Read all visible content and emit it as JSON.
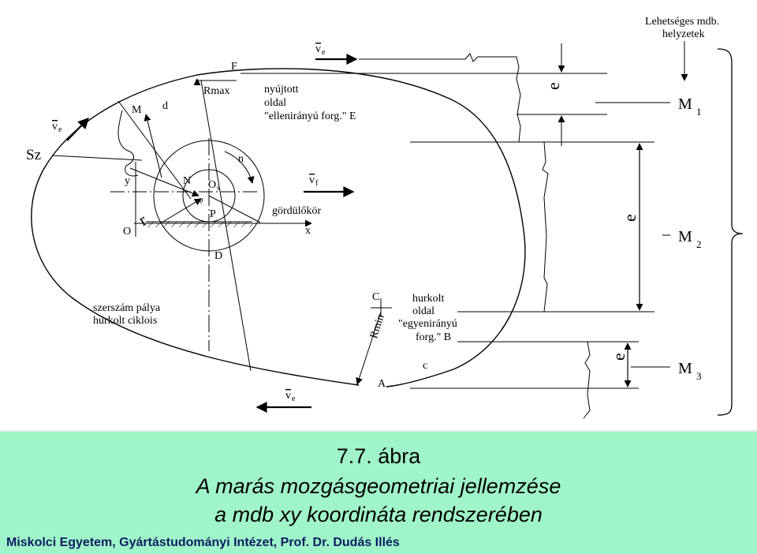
{
  "diagram": {
    "labels": {
      "lehetseges_1": "Lehetséges mdb.",
      "lehetseges_2": "helyzetek",
      "F": "F",
      "ve": "v",
      "ve_sub": "e",
      "vf": "v",
      "vf_sub": "f",
      "Rmax": "Rmax",
      "d": "d",
      "M": "M",
      "nyujtott_1": "nyújtott",
      "nyujtott_2": "oldal",
      "nyujtott_3": "\"ellenirányú forg.\" E",
      "Sz": "Sz",
      "n": "n",
      "y": "y",
      "N": "N",
      "Os": "O",
      "Os_sub": "s",
      "phi": "φ",
      "P": "P",
      "gordulokor": "gördülőkör",
      "x": "x",
      "O": "O",
      "r": "r",
      "D": "D",
      "szerszam_1": "szerszám pálya",
      "szerszam_2": "hurkolt ciklois",
      "C": "C",
      "hurkolt_1": "hurkolt",
      "hurkolt_2": "oldal",
      "hurkolt_3": "\"egyenirányú",
      "hurkolt_4": "forg.\" B",
      "Rmin": "Rmin",
      "c": "c",
      "A": "A",
      "e": "e",
      "M_letter": "M",
      "M1_sub": "1",
      "M2_sub": "2",
      "M3_sub": "3"
    }
  },
  "caption": {
    "number": "7.7. ábra",
    "title": "A marás mozgásgeometriai jellemzése",
    "subtitle": "a mdb xy koordináta rendszerében"
  },
  "footer": "Miskolci Egyetem, Gyártástudományi Intézet, Prof. Dr. Dudás Illés"
}
